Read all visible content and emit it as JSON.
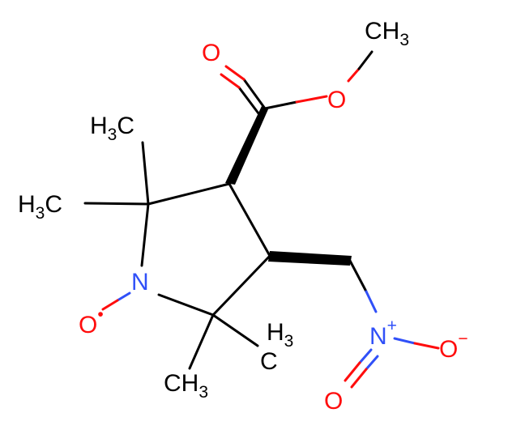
{
  "colors": {
    "carbon": "#000000",
    "oxygen": "#ff0d0d",
    "nitrogen": "#3050f8"
  },
  "labels": {
    "ester_carbonyl_o": "O",
    "ester_o": "O",
    "ester_methyl": {
      "main": "CH",
      "sub": "3"
    },
    "c2_methyl_top": {
      "main": "H",
      "sub": "3",
      "tail": "C"
    },
    "c2_methyl_left": {
      "main": "H",
      "sub": "3",
      "tail": "C"
    },
    "ring_n": "N",
    "nitroxide_o": {
      "main": "O",
      "radical": "•"
    },
    "c5_methyl_right": {
      "main": "H",
      "sub": "3",
      "tail": "C"
    },
    "c5_methyl_bottom": {
      "main": "CH",
      "sub": "3"
    },
    "nitro_n": {
      "main": "N",
      "charge": "+"
    },
    "nitro_o_minus": {
      "main": "O",
      "charge": "−"
    },
    "nitro_o_double": "O"
  }
}
